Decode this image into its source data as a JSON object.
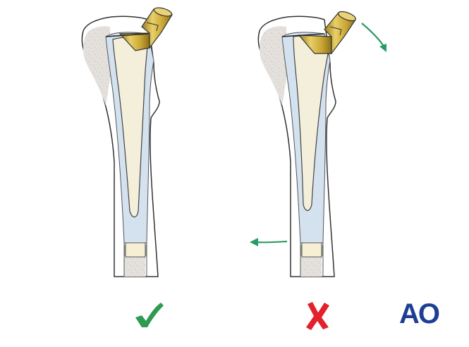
{
  "logo": {
    "text": "AO",
    "color": "#1c3f94"
  },
  "panels": [
    {
      "id": "correct",
      "status": "correct",
      "marker_icon": "check-icon",
      "marker_color": "#2e9a52",
      "rotation_arrows": false
    },
    {
      "id": "incorrect",
      "status": "incorrect",
      "marker_icon": "x-cross-icon",
      "marker_color": "#e3202c",
      "rotation_arrows": true
    }
  ],
  "colors": {
    "bone_cortex": "#ffffff",
    "cancellous_bone": "#e3e0dc",
    "cement_mantle": "#d4e1ef",
    "stem": "#f3efdb",
    "trunnion_gold": "#c8a630",
    "outline": "#333333",
    "arrow_green": "#2a9a62",
    "plug": "#f6efd4"
  }
}
